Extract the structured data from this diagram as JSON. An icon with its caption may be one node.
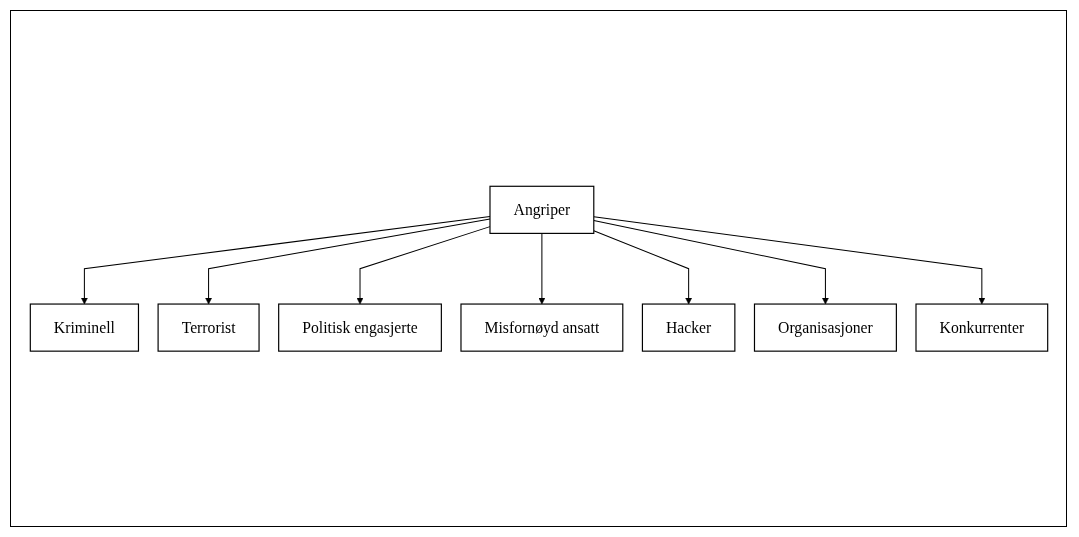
{
  "diagram": {
    "nodes": [
      {
        "text": [
          "Angriper"
        ]
      },
      {
        "text": [
          "Kriminell"
        ]
      },
      {
        "text": [
          "Terrorist"
        ]
      },
      {
        "text": [
          "Politisk engasjerte"
        ]
      },
      {
        "text": [
          "Misfornøyd ansatt"
        ]
      },
      {
        "text": [
          "Hacker"
        ]
      },
      {
        "text": [
          "Organisasjoner"
        ]
      },
      {
        "text": [
          "Konkurrenter"
        ]
      }
    ],
    "edges": [
      {
        "from": 0,
        "to": 1,
        "arrow": "to"
      },
      {
        "from": 0,
        "to": 2,
        "arrow": "to"
      },
      {
        "from": 0,
        "to": 3,
        "arrow": "to"
      },
      {
        "from": 0,
        "to": 4,
        "arrow": "to"
      },
      {
        "from": 0,
        "to": 5,
        "arrow": "to"
      },
      {
        "from": 0,
        "to": 6,
        "arrow": "to"
      },
      {
        "from": 0,
        "to": 7,
        "arrow": "to"
      }
    ]
  }
}
